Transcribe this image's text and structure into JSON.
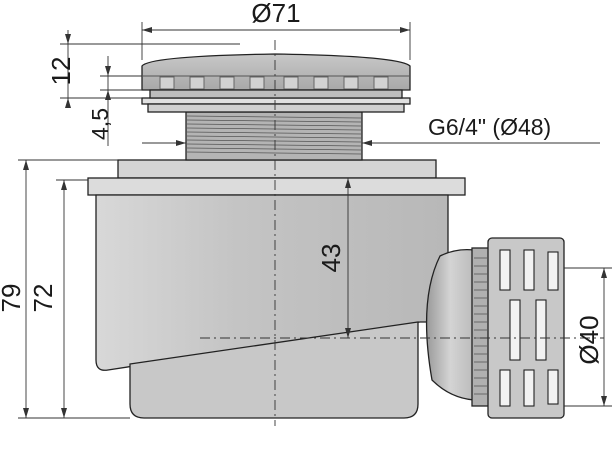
{
  "drawing": {
    "dimensions": {
      "cap_diameter": "Ø71",
      "cap_height": "12",
      "flange_gap": "4,5",
      "thread_spec": "G6/4\" (Ø48)",
      "depth_center": "43",
      "total_height": "79",
      "body_height": "72",
      "outlet_diameter": "Ø40"
    },
    "colors": {
      "body_fill": "#c9c9c9",
      "cap_fill": "#b9b9b9",
      "outline": "#222222",
      "dimension": "#333333"
    }
  }
}
